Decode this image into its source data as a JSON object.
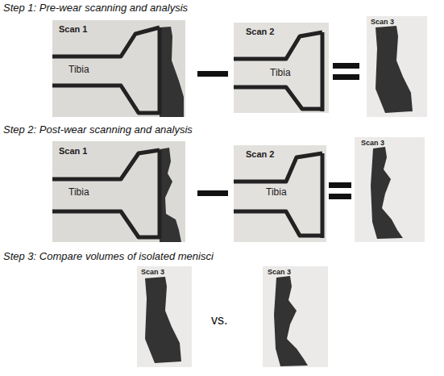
{
  "diagram": {
    "nodes": [
      {
        "text": [
          "Scan 1",
          "Tibia"
        ]
      },
      {
        "text": [
          "Scan 2",
          "Tibia"
        ]
      },
      {
        "text": [
          "Scan 3"
        ]
      },
      {
        "text": [
          "Scan 1",
          "Tibia"
        ]
      },
      {
        "text": [
          "Scan 2",
          "Tibia"
        ]
      },
      {
        "text": [
          "Scan 3"
        ]
      },
      {
        "text": [
          "Scan 3"
        ]
      },
      {
        "text": [
          "Scan 3"
        ]
      }
    ],
    "labels": [
      "Step 1: Pre-wear scanning and analysis",
      "Step 2: Post-wear scanning and analysis",
      "Step 3: Compare volumes of isolated menisci",
      "vs."
    ]
  }
}
